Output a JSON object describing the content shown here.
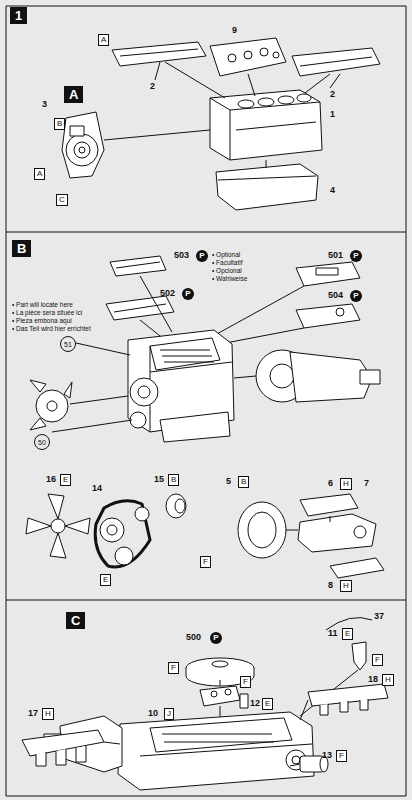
{
  "diagram": {
    "nodes": [
      {
        "text": [
          "1"
        ]
      },
      {
        "text": [
          "A"
        ]
      },
      {
        "text": [
          "A"
        ]
      },
      {
        "text": [
          "B"
        ]
      },
      {
        "text": [
          "A"
        ]
      },
      {
        "text": [
          "C"
        ]
      },
      {
        "text": [
          "B"
        ]
      },
      {
        "text": [
          "P"
        ]
      },
      {
        "text": [
          "P"
        ]
      },
      {
        "text": [
          "P"
        ]
      },
      {
        "text": [
          "P"
        ]
      },
      {
        "text": [
          "51"
        ]
      },
      {
        "text": [
          "50"
        ]
      },
      {
        "text": [
          "E"
        ]
      },
      {
        "text": [
          "B"
        ]
      },
      {
        "text": [
          "B"
        ]
      },
      {
        "text": [
          "H"
        ]
      },
      {
        "text": [
          "F"
        ]
      },
      {
        "text": [
          "E"
        ]
      },
      {
        "text": [
          "H"
        ]
      },
      {
        "text": [
          "C"
        ]
      },
      {
        "text": [
          "P"
        ]
      },
      {
        "text": [
          "F"
        ]
      },
      {
        "text": [
          "E"
        ]
      },
      {
        "text": [
          "F"
        ]
      },
      {
        "text": [
          "E"
        ]
      },
      {
        "text": [
          "J"
        ]
      },
      {
        "text": [
          "F"
        ]
      },
      {
        "text": [
          "H"
        ]
      },
      {
        "text": [
          "H"
        ]
      },
      {
        "text": [
          "F"
        ]
      }
    ],
    "labels": [
      "2",
      "9",
      "2",
      "1",
      "4",
      "3",
      "503",
      "501",
      "502",
      "504",
      "• Optional",
      "• Facultatif",
      "• Opcional",
      "• Wahlweise",
      "• Part will locate here",
      "• La pièce sera située ici",
      "• Pieza embona aqui",
      "• Das Teil wird hier errichtet",
      "16",
      "14",
      "15",
      "5",
      "6",
      "7",
      "8",
      "37",
      "500",
      "11",
      "12",
      "10",
      "18",
      "17",
      "13"
    ]
  }
}
